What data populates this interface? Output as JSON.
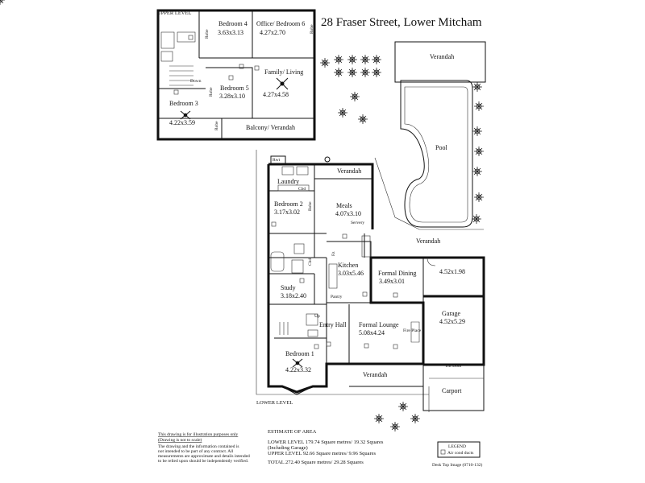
{
  "title": "28 Fraser Street,  Lower Mitcham",
  "levels": {
    "upper": "UPPER LEVEL",
    "lower": "LOWER LEVEL"
  },
  "upper_rooms": {
    "bedroom4": "Bedroom 4",
    "bedroom4_dim": "3.63x3.13",
    "office": "Office/ Bedroom 6",
    "office_dim": "4.27x2.70",
    "family": "Family/ Living",
    "family_dim": "4.27x4.58",
    "bedroom5": "Bedroom 5",
    "bedroom5_dim": "3.28x3.10",
    "bedroom3": "Bedroom 3",
    "bedroom3_dim": "4.22x3.59",
    "balcony": "Balcony/ Verandah",
    "down": "Down",
    "robe": "Robe"
  },
  "lower_rooms": {
    "rwt": "Rwt",
    "verandah": "Verandah",
    "laundry": "Laundry",
    "cbd": "Cbd",
    "meals": "Meals",
    "meals_dim": "4.07x3.10",
    "servery": "Servery",
    "bedroom2": "Bedroom 2",
    "bedroom2_dim": "3.17x3.02",
    "robe": "Robe",
    "kitchen": "Kitchen",
    "kitchen_dim": "3.03x5.46",
    "fz": "Fz",
    "pantry": "Pantry",
    "formal_dining": "Formal Dining",
    "formal_dining_dim": "3.49x3.01",
    "study": "Study",
    "study_dim": "3.18x2.40",
    "up": "Up",
    "entry_hall": "Entry Hall",
    "formal_lounge": "Formal Lounge",
    "formal_lounge_dim": "5.08x4.24",
    "fire_place": "Fire Place",
    "bedroom1": "Bedroom 1",
    "bedroom1_dim": "4.22x3.32",
    "garage_store_dim": "4.52x1.98",
    "garage": "Garage",
    "garage_dim": "4.52x5.29",
    "tilt_door": "Tilt Door",
    "carport": "Carport",
    "pool": "Pool"
  },
  "disclaimer": {
    "line1": "This drawing is for illustration purposes only",
    "line2": "(Drawing is not to scale)",
    "line3": "The drawing and the information contained is",
    "line4": "not intended to be part of any contract.  All",
    "line5": "measurements are approximate and details intended",
    "line6": "to be relied upon should be independently verified."
  },
  "estimate": {
    "heading": "ESTIMATE OF AREA",
    "lower": "LOWER LEVEL  179.74 Square metres/ 19.32 Squares",
    "lower_note": "(Including Garage)",
    "upper": "UPPER LEVEL  92.66 Square metres/ 9.96 Squares",
    "total": "TOTAL  272.40 Square metres/ 29.28 Squares"
  },
  "legend": {
    "heading": "LEGEND",
    "item": "Air cond ducts"
  },
  "credit": "Desk Top Image  (0710-132)"
}
